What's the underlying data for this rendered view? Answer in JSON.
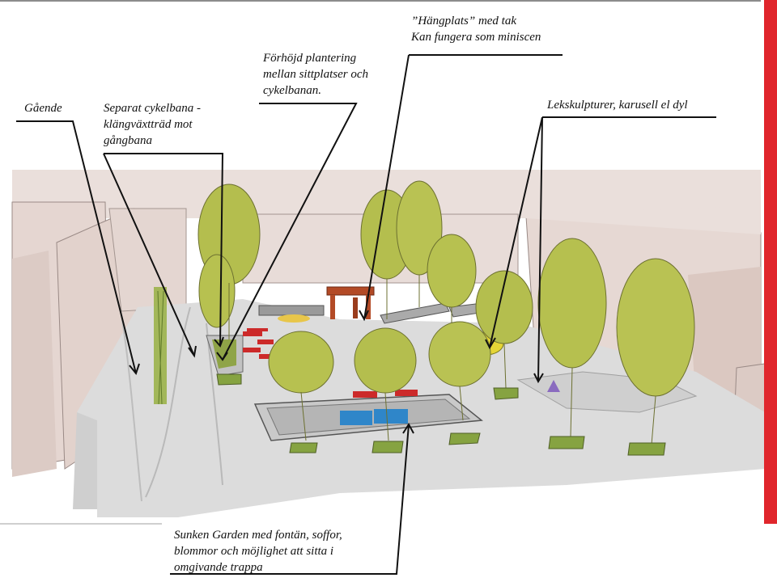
{
  "labels": {
    "gaende": [
      "Gående"
    ],
    "cykelbana": [
      "Separat cykelbana -",
      "klängväxtträd mot",
      "gångbana"
    ],
    "plantering": [
      "Förhöjd plantering",
      "mellan sittplatser och",
      "cykelbanan."
    ],
    "hangplats": [
      "”Hängplats” med tak",
      "Kan fungera som miniscen"
    ],
    "lekskulpturer": [
      "Lekskulpturer, karusell el dyl"
    ],
    "sunken": [
      "Sunken Garden med fontän, soffor,",
      "blommor och möjlighet att sitta i",
      "omgivande trappa"
    ]
  },
  "colors": {
    "accent_bar": "#e0262c",
    "building": "#e6d9d4",
    "building_shade": "#d8c8c2",
    "paving": "#d9d9d9",
    "foliage": "#b7c150",
    "roof": "#b34a26",
    "benches": "#cc2a2a",
    "fountain": "#2f86c9"
  }
}
